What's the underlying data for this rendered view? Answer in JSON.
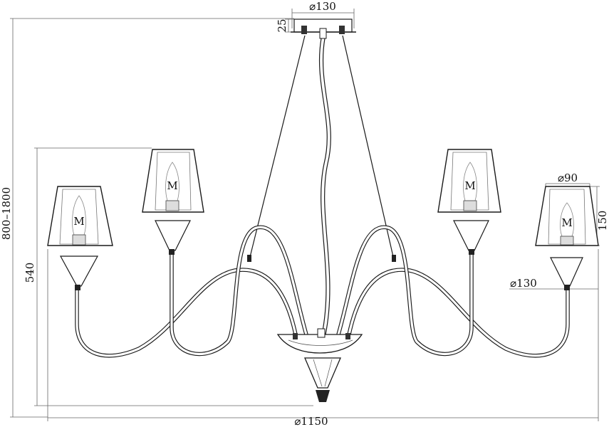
{
  "drawing": {
    "title": "Chandelier dimension drawing",
    "dimensions": {
      "canopy_diameter": "⌀130",
      "canopy_height": "25",
      "total_height": "800–1800",
      "body_height": "540",
      "shade_diameter": "⌀90",
      "shade_height": "150",
      "cup_diameter": "⌀130",
      "overall_diameter": "⌀1150"
    },
    "bulb_mark": "M"
  }
}
